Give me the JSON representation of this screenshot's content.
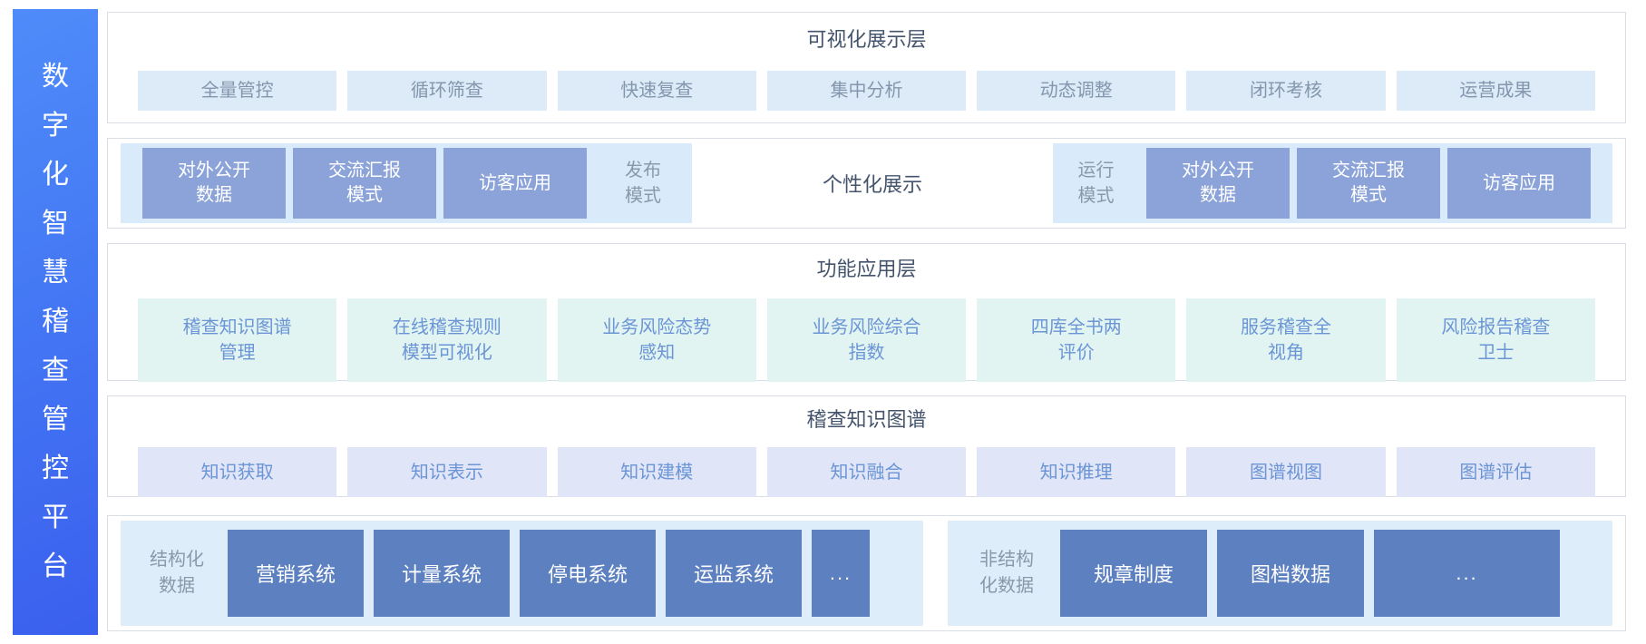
{
  "platform_title": "数字化智慧稽查管控平台",
  "visual_layer": {
    "title": "可视化展示层",
    "items": [
      "全量管控",
      "循环筛查",
      "快速复查",
      "集中分析",
      "动态调整",
      "闭环考核",
      "运营成果"
    ]
  },
  "mode_layer": {
    "publish_group": {
      "boxes": [
        "对外公开\n数据",
        "交流汇报\n模式",
        "访客应用"
      ],
      "label": "发布\n模式"
    },
    "center_label": "个性化展示",
    "run_group": {
      "label": "运行\n模式",
      "boxes": [
        "对外公开\n数据",
        "交流汇报\n模式",
        "访客应用"
      ]
    }
  },
  "function_layer": {
    "title": "功能应用层",
    "items": [
      "稽查知识图谱\n管理",
      "在线稽查规则\n模型可视化",
      "业务风险态势\n感知",
      "业务风险综合\n指数",
      "四库全书两\n评价",
      "服务稽查全\n视角",
      "风险报告稽查\n卫士"
    ]
  },
  "knowledge_layer": {
    "title": "稽查知识图谱",
    "items": [
      "知识获取",
      "知识表示",
      "知识建模",
      "知识融合",
      "知识推理",
      "图谱视图",
      "图谱评估"
    ]
  },
  "data_layer": {
    "structured": {
      "label": "结构化\n数据",
      "boxes": [
        "营销系统",
        "计量系统",
        "停电系统",
        "运监系统",
        "..."
      ]
    },
    "unstructured": {
      "label": "非结构\n化数据",
      "boxes": [
        "规章制度",
        "图档数据",
        "..."
      ]
    }
  },
  "colors": {
    "sidebar_gradient_start": "#4f8cf9",
    "sidebar_gradient_end": "#3a5fee",
    "container_border": "#d9dee6",
    "visual_item_bg": "#dcebf7",
    "visual_item_text": "#8496ae",
    "mode_group_bg": "#d9ebfa",
    "mode_box_bg": "#8ba3d8",
    "function_item_bg": "#e1f4f2",
    "knowledge_item_bg": "#e1e5f8",
    "blue_item_text": "#6b95d5",
    "data_group_bg": "#ddeefa",
    "data_box_bg": "#5d80c0",
    "header_text": "#44546d",
    "gray_label_text": "#8b98a9"
  }
}
